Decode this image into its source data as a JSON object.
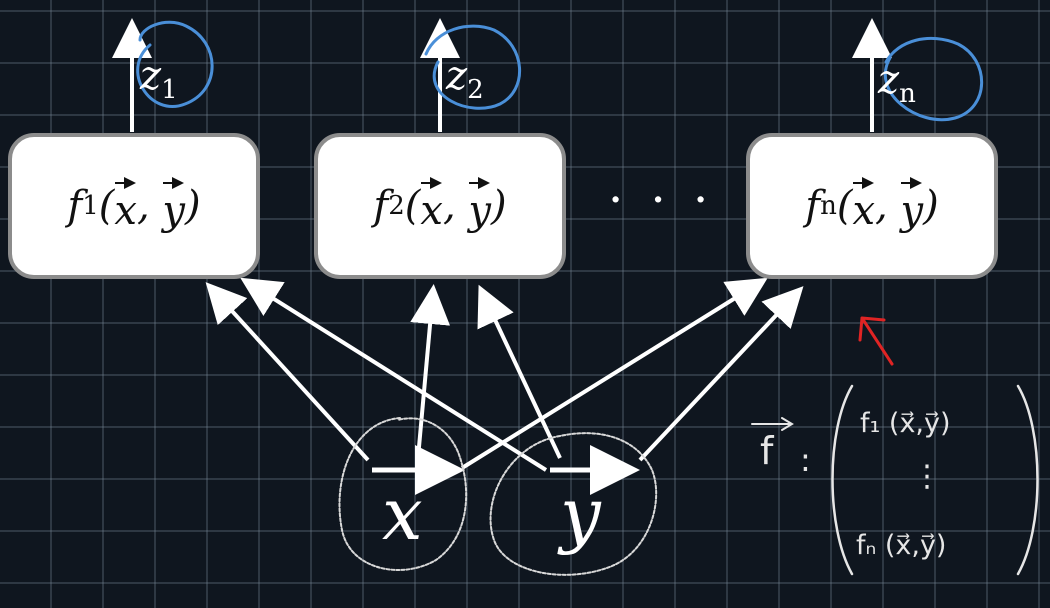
{
  "nodes": [
    {
      "func": "f",
      "sub": "1",
      "var1": "x",
      "var2": "y"
    },
    {
      "func": "f",
      "sub": "2",
      "var1": "x",
      "var2": "y"
    },
    {
      "func": "f",
      "sub": "n",
      "var1": "x",
      "var2": "y"
    }
  ],
  "outputs": [
    {
      "var": "z",
      "sub": "1"
    },
    {
      "var": "z",
      "sub": "2"
    },
    {
      "var": "z",
      "sub": "n"
    }
  ],
  "inputs": {
    "x": "x",
    "y": "y"
  },
  "ellipsis": "· · ·",
  "annotation": {
    "vector_name": "f",
    "colon": ":",
    "row_first": "f₁ (x⃗,y⃗)",
    "row_dots": "⋮",
    "row_last": "fₙ (x⃗,y⃗)"
  },
  "colors": {
    "background": "#0f161f",
    "grid": "#75879a",
    "arrow": "#ffffff",
    "output_circle": "#4a8fd8",
    "input_circle": "#d8d8d8",
    "highlight_arrow": "#e02424",
    "node_fill": "#ffffff",
    "node_border": "#8c8c8c"
  }
}
